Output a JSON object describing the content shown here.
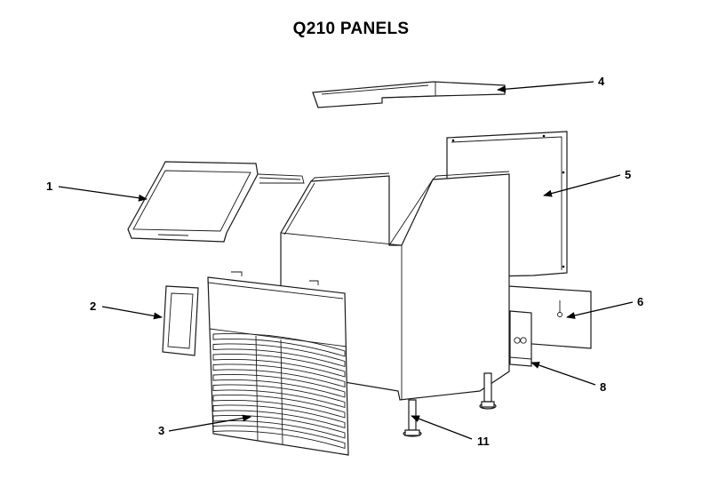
{
  "title": "Q210 PANELS",
  "callouts": [
    {
      "id": "1",
      "label": "1"
    },
    {
      "id": "2",
      "label": "2"
    },
    {
      "id": "3",
      "label": "3"
    },
    {
      "id": "4",
      "label": "4"
    },
    {
      "id": "5",
      "label": "5"
    },
    {
      "id": "6",
      "label": "6"
    },
    {
      "id": "8",
      "label": "8"
    },
    {
      "id": "11",
      "label": "11"
    }
  ]
}
